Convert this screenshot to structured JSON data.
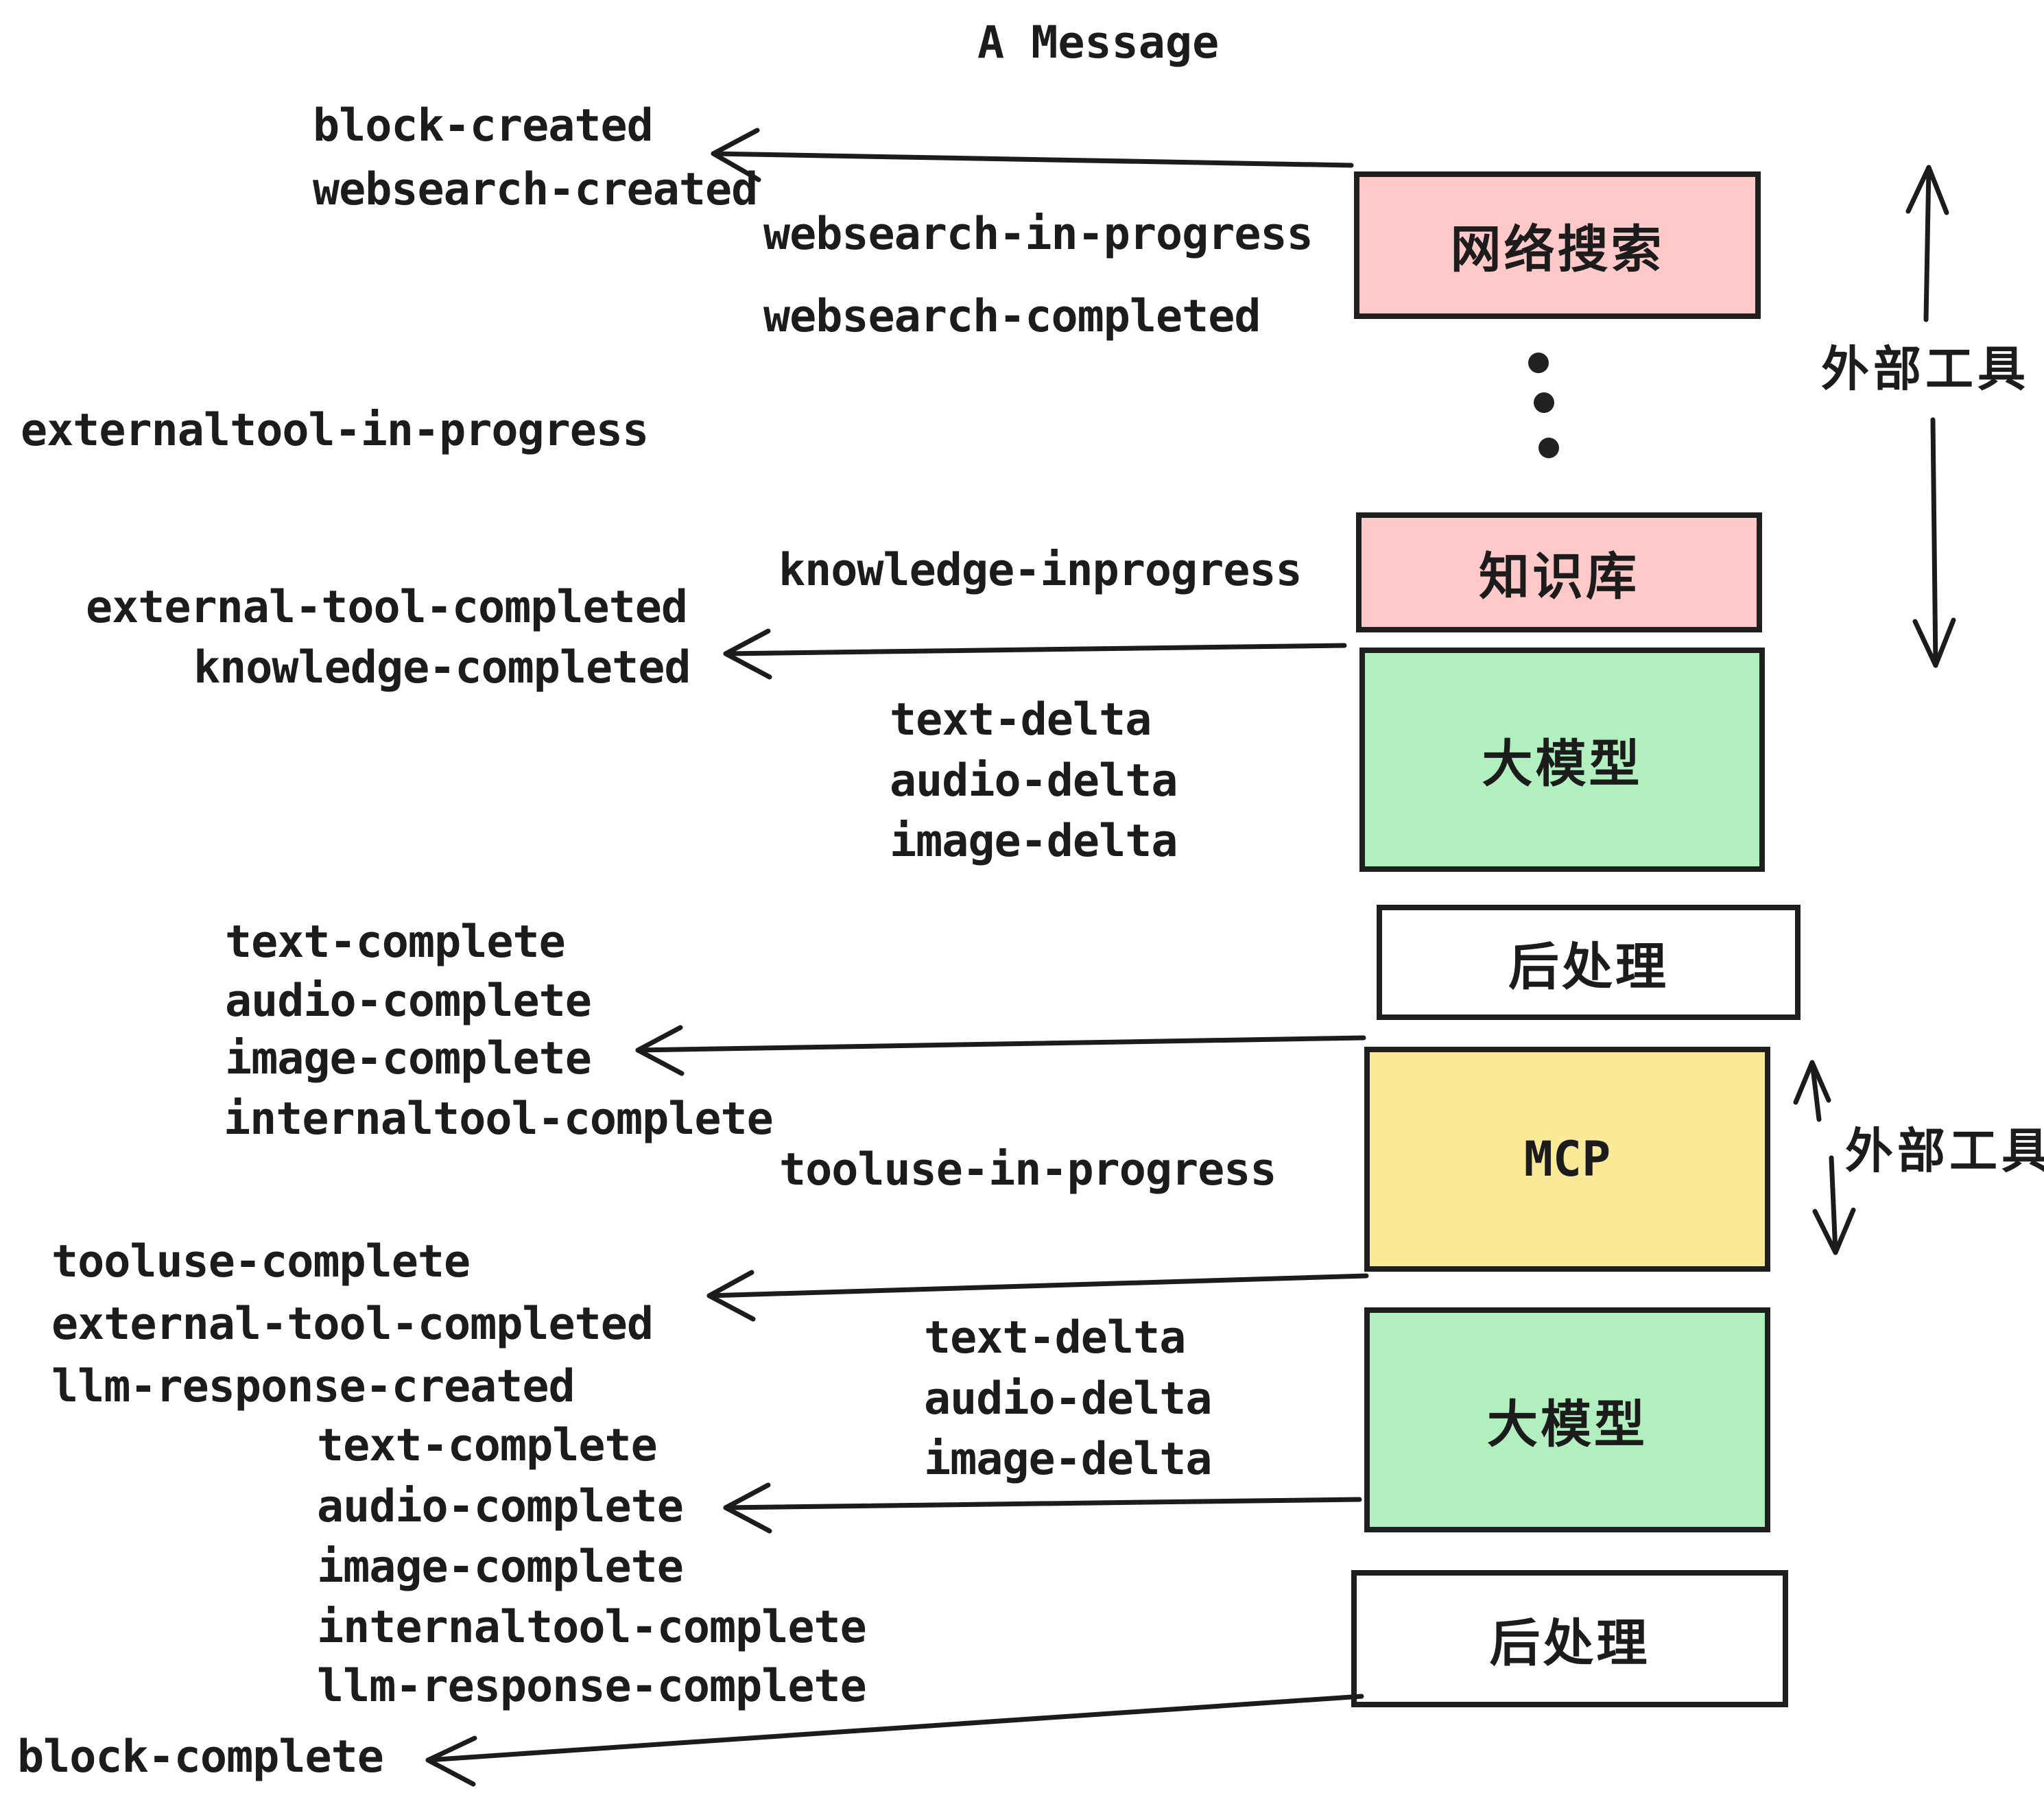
{
  "title": "A Message",
  "colors": {
    "background": "#ffffff",
    "border": "#1f1f1f",
    "text": "#1c1c1c",
    "pink": "#ffc9c9",
    "green": "#b2efbe",
    "yellow": "#fae996",
    "white": "#ffffff"
  },
  "boxes": {
    "websearch": {
      "label": "网络搜索",
      "fill": "#ffc9c9"
    },
    "knowledge": {
      "label": "知识库",
      "fill": "#ffc9c9"
    },
    "llm_top": {
      "label": "大模型",
      "fill": "#b2efbe"
    },
    "post_top": {
      "label": "后处理",
      "fill": "#ffffff"
    },
    "mcp": {
      "label": "MCP",
      "fill": "#fae996"
    },
    "llm_bottom": {
      "label": "大模型",
      "fill": "#b2efbe"
    },
    "post_bottom": {
      "label": "后处理",
      "fill": "#ffffff"
    }
  },
  "side_labels": {
    "external_tools_top": "外部工具",
    "external_tools_mid": "外部工具"
  },
  "events": {
    "block_created": "block-created",
    "websearch_created": "websearch-created",
    "websearch_in_progress": "websearch-in-progress",
    "websearch_completed": "websearch-completed",
    "externaltool_in_progress": "externaltool-in-progress",
    "knowledge_inprogress": "knowledge-inprogress",
    "external_tool_completed_1": "external-tool-completed",
    "knowledge_completed": "knowledge-completed",
    "text_delta_1": "text-delta",
    "audio_delta_1": "audio-delta",
    "image_delta_1": "image-delta",
    "text_complete_1": "text-complete",
    "audio_complete_1": "audio-complete",
    "image_complete_1": "image-complete",
    "internaltool_complete_1": "internaltool-complete",
    "tooluse_in_progress": "tooluse-in-progress",
    "tooluse_complete": "tooluse-complete",
    "external_tool_completed_2": "external-tool-completed",
    "llm_response_created": "llm-response-created",
    "text_delta_2": "text-delta",
    "audio_delta_2": "audio-delta",
    "image_delta_2": "image-delta",
    "text_complete_2": "text-complete",
    "audio_complete_2": "audio-complete",
    "image_complete_2": "image-complete",
    "internaltool_complete_2": "internaltool-complete",
    "llm_response_complete": "llm-response-complete",
    "block_complete": "block-complete"
  }
}
